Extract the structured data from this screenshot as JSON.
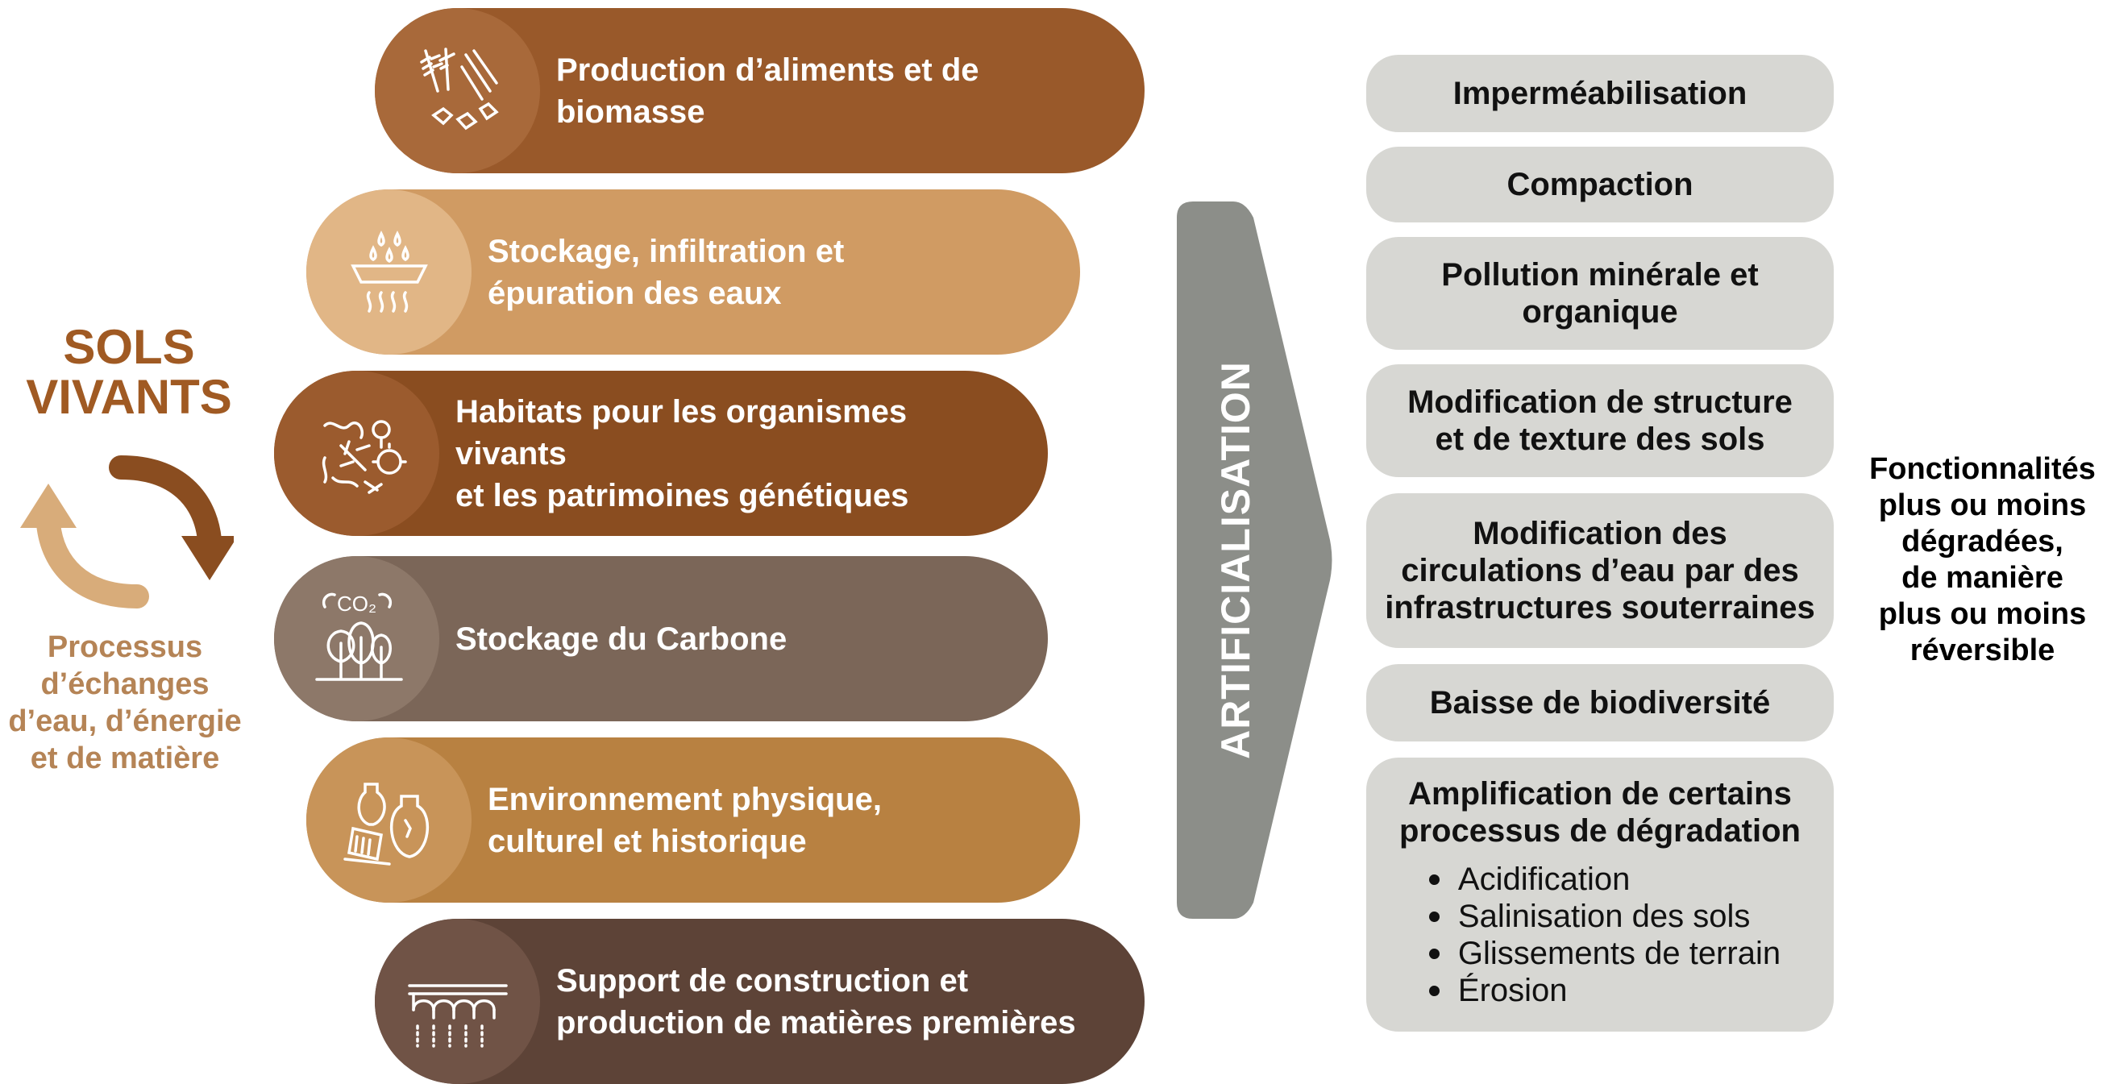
{
  "left": {
    "title_line1": "SOLS",
    "title_line2": "VIVANTS",
    "process_line1": "Processus",
    "process_line2": "d’échanges",
    "process_line3": "d’eau, d’énergie",
    "process_line4": "et de matière"
  },
  "functions": [
    {
      "line1": "Production d’aliments et de biomasse",
      "line2": "",
      "icon": "wheat-biomass-icon",
      "color": "#99592a",
      "circle": "#a8693a"
    },
    {
      "line1": "Stockage, infiltration et",
      "line2": "épuration des eaux",
      "icon": "water-droplets-icon",
      "color": "#d09b63",
      "circle": "#e1b686"
    },
    {
      "line1": "Habitats pour les organismes vivants",
      "line2": "et les patrimoines génétiques",
      "icon": "organisms-icon",
      "color": "#8a4d20",
      "circle": "#9b5b2e"
    },
    {
      "line1": "Stockage du Carbone",
      "line2": "",
      "icon": "co2-trees-icon",
      "color": "#7b6658",
      "circle": "#8d7869"
    },
    {
      "line1": "Environnement physique,",
      "line2": "culturel et historique",
      "icon": "heritage-vases-icon",
      "color": "#b88141",
      "circle": "#c89459"
    },
    {
      "line1": "Support de construction et",
      "line2": "production de matières premières",
      "icon": "aqueduct-icon",
      "color": "#5d4337",
      "circle": "#705346"
    }
  ],
  "arrow": {
    "label": "ARTIFICIALISATION",
    "color": "#8c8e89"
  },
  "impacts": [
    {
      "line1": "Imperméabilisation",
      "line2": "",
      "line3": ""
    },
    {
      "line1": "Compaction",
      "line2": "",
      "line3": ""
    },
    {
      "line1": "Pollution minérale et",
      "line2": "organique",
      "line3": ""
    },
    {
      "line1": "Modification de structure",
      "line2": "et de texture des sols",
      "line3": ""
    },
    {
      "line1": "Modification des",
      "line2": "circulations d’eau par des",
      "line3": "infrastructures souterraines"
    },
    {
      "line1": "Baisse de biodiversité",
      "line2": "",
      "line3": ""
    }
  ],
  "amplification": {
    "line1": "Amplification de certains",
    "line2": "processus de dégradation",
    "items": [
      "Acidification",
      "Salinisation des sols",
      "Glissements de terrain",
      "Érosion"
    ]
  },
  "result": {
    "line1": "Fonctionnalités",
    "line2": "plus ou moins",
    "line3": "dégradées,",
    "line4": "de manière",
    "line5": "plus ou moins",
    "line6": "réversible"
  },
  "colors": {
    "title": "#a05a23",
    "process_text": "#b58456",
    "impact_box": "#d7d7d3"
  }
}
